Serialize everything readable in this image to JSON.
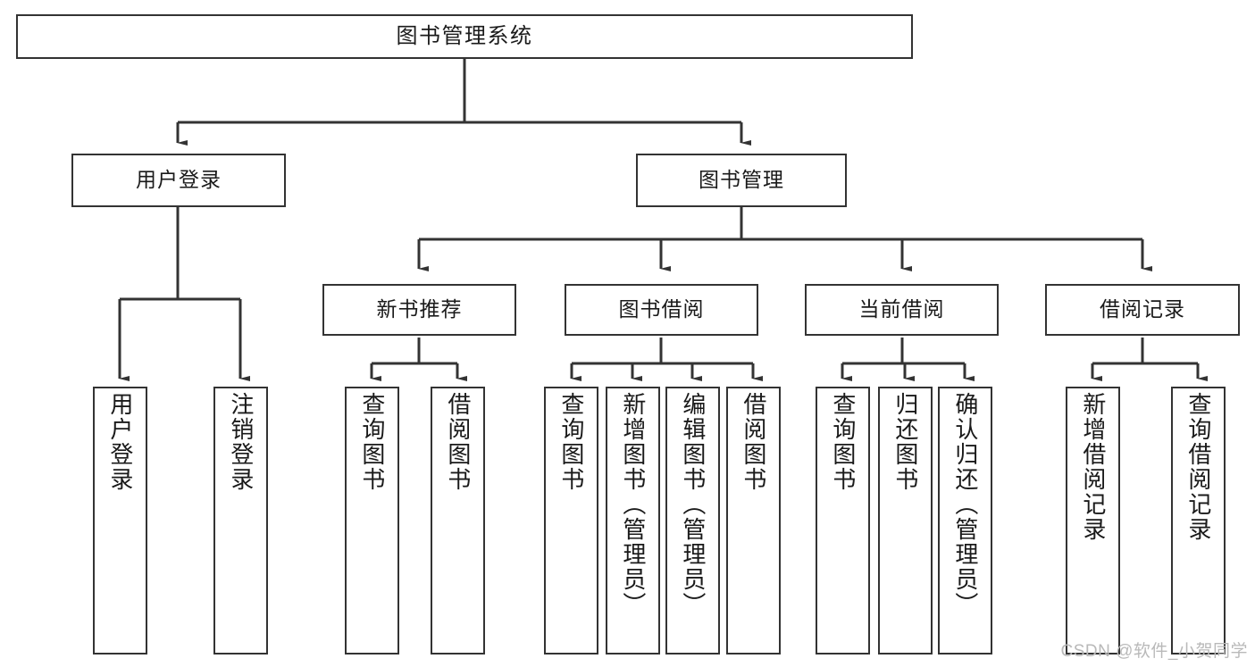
{
  "diagram": {
    "title": "图书管理系统",
    "type": "tree",
    "root": {
      "label": "图书管理系统"
    },
    "level1": [
      {
        "label": "用户登录"
      },
      {
        "label": "图书管理"
      }
    ],
    "level2": [
      {
        "label": "新书推荐"
      },
      {
        "label": "图书借阅"
      },
      {
        "label": "当前借阅"
      },
      {
        "label": "借阅记录"
      }
    ],
    "leaves": {
      "user_login": [
        {
          "label": "用户登录"
        },
        {
          "label": "注销登录"
        }
      ],
      "new_book_recommend": [
        {
          "label": "查询图书"
        },
        {
          "label": "借阅图书"
        }
      ],
      "book_borrow": [
        {
          "label": "查询图书"
        },
        {
          "label": "新增图书（管理员）"
        },
        {
          "label": "编辑图书（管理员）"
        },
        {
          "label": "借阅图书"
        }
      ],
      "current_borrow": [
        {
          "label": "查询图书"
        },
        {
          "label": "归还图书"
        },
        {
          "label": "确认归还（管理员）"
        }
      ],
      "borrow_record": [
        {
          "label": "新增借阅记录"
        },
        {
          "label": "查询借阅记录"
        }
      ]
    }
  },
  "watermark": {
    "text": "CSDN @软件_小贺同学"
  },
  "colors": {
    "box_border": "#333333",
    "box_fill": "#ffffff",
    "line": "#333333",
    "text": "#1a1a1a",
    "watermark": "#b9b9b9"
  }
}
